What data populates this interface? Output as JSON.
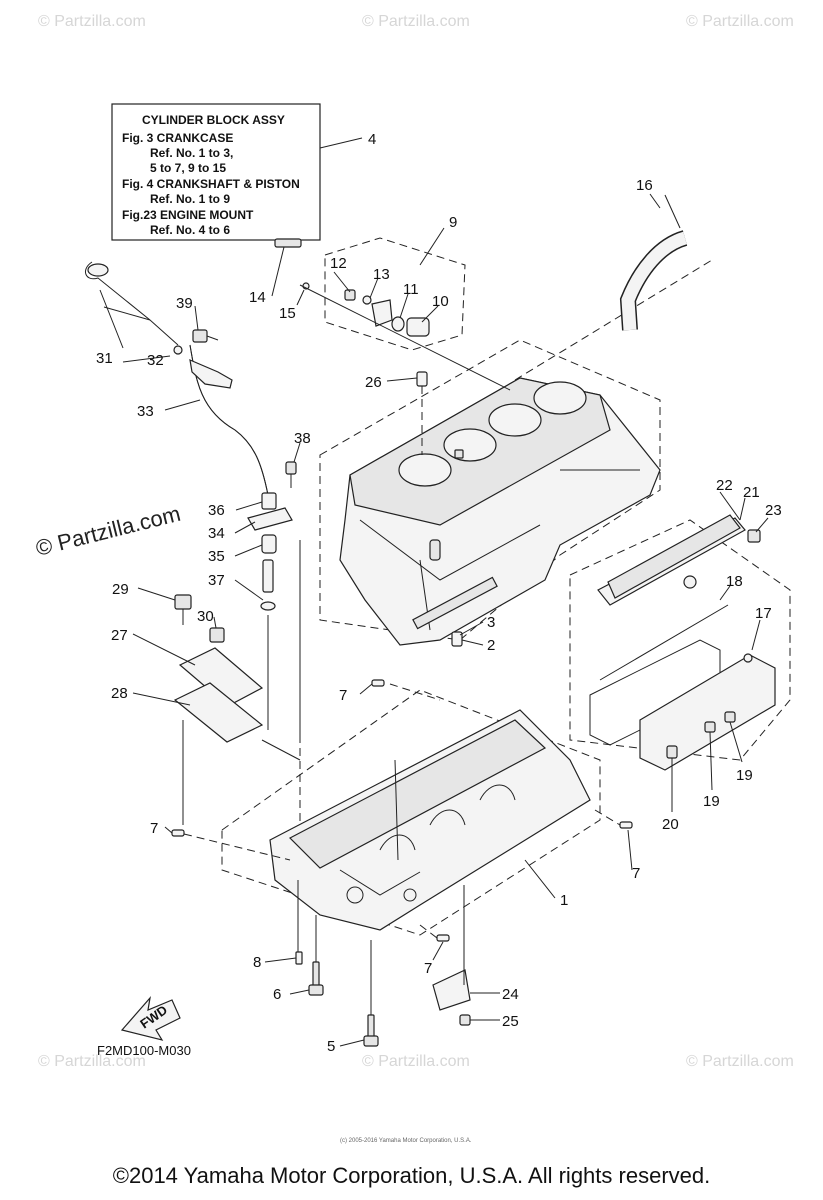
{
  "watermarks": {
    "top_left": "© Partzilla.com",
    "top_mid": "© Partzilla.com",
    "top_right": "© Partzilla.com",
    "side": "© Partzilla.com",
    "bottom_left": "© Partzilla.com",
    "bottom_mid": "© Partzilla.com",
    "bottom_right": "© Partzilla.com"
  },
  "info_box": {
    "title": "CYLINDER BLOCK ASSY",
    "lines": [
      "Fig.  3 CRANKCASE",
      "Ref. No. 1 to 3,",
      "5 to 7, 9 to 15",
      "Fig.  4 CRANKSHAFT & PISTON",
      "Ref. No. 1 to 9",
      "Fig.23 ENGINE MOUNT",
      "Ref. No. 4 to 6"
    ]
  },
  "callouts": {
    "c1": "1",
    "c2": "2",
    "c3": "3",
    "c4": "4",
    "c5": "5",
    "c6": "6",
    "c7a": "7",
    "c7b": "7",
    "c7c": "7",
    "c7d": "7",
    "c8": "8",
    "c9": "9",
    "c10": "10",
    "c11": "11",
    "c12": "12",
    "c13": "13",
    "c14": "14",
    "c15": "15",
    "c16": "16",
    "c17": "17",
    "c18": "18",
    "c19a": "19",
    "c19b": "19",
    "c20": "20",
    "c21": "21",
    "c22": "22",
    "c23": "23",
    "c24": "24",
    "c25": "25",
    "c26": "26",
    "c27": "27",
    "c28": "28",
    "c29": "29",
    "c30": "30",
    "c31": "31",
    "c32": "32",
    "c33": "33",
    "c34": "34",
    "c35": "35",
    "c36": "36",
    "c37": "37",
    "c38": "38",
    "c39": "39"
  },
  "fwd_label": "FWD",
  "diagram_code": "F2MD100-M030",
  "small_print": "(c) 2005-2016 Yamaha Motor Corporation, U.S.A.",
  "copyright": "©2014 Yamaha Motor Corporation, U.S.A. All rights reserved."
}
